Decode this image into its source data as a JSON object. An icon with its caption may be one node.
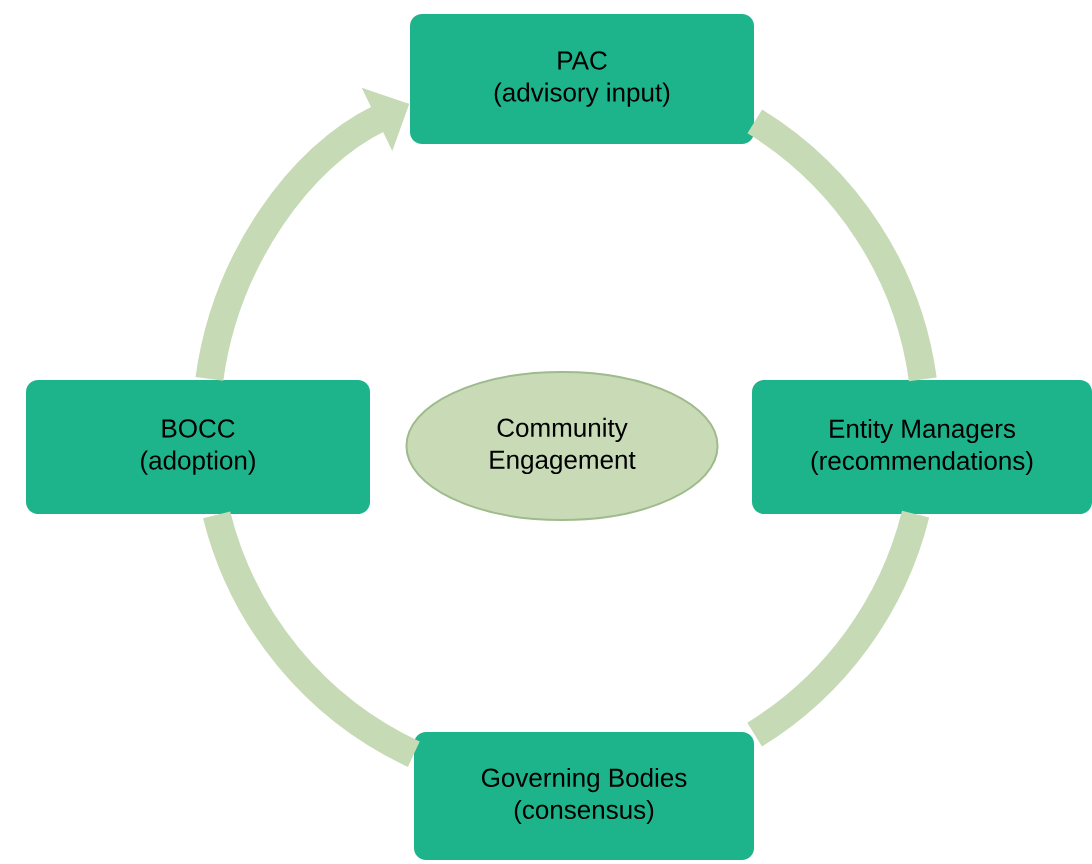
{
  "diagram": {
    "nodes": [
      {
        "text": [
          "PAC",
          "(advisory input)"
        ]
      },
      {
        "text": [
          "Entity Managers",
          "(recommendations)"
        ]
      },
      {
        "text": [
          "Governing Bodies",
          "(consensus)"
        ]
      },
      {
        "text": [
          "BOCC",
          "(adoption)"
        ]
      },
      {
        "text": [
          "Community Engagement"
        ]
      }
    ],
    "edges": [
      {
        "from": 0,
        "to": 1,
        "arrow": "none"
      },
      {
        "from": 1,
        "to": 2,
        "arrow": "none"
      },
      {
        "from": 2,
        "to": 3,
        "arrow": "none"
      },
      {
        "from": 3,
        "to": 0,
        "arrow": "to"
      }
    ]
  }
}
